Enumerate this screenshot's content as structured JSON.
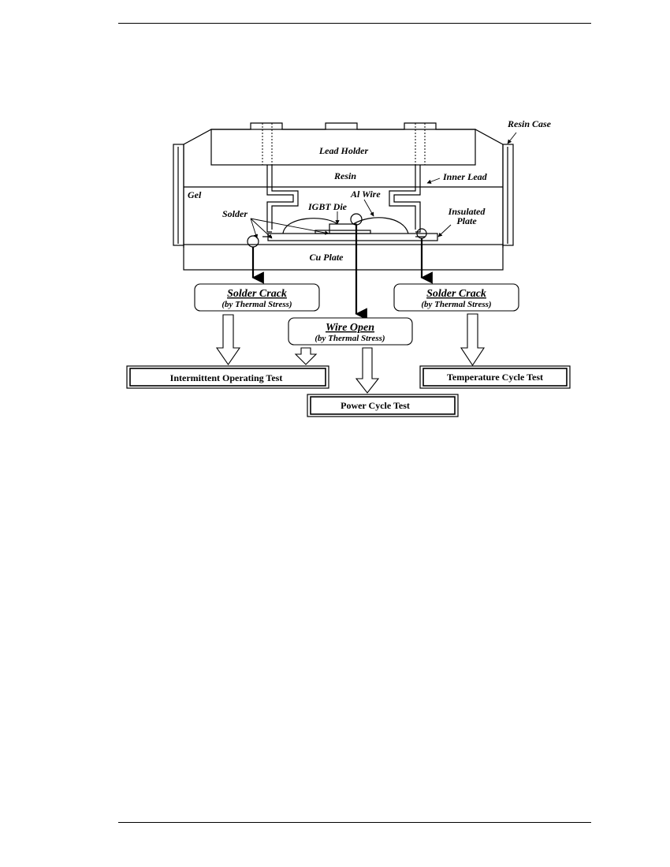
{
  "labels": {
    "resin_case": "Resin Case",
    "lead_holder": "Lead Holder",
    "resin": "Resin",
    "inner_lead": "Inner Lead",
    "gel": "Gel",
    "al_wire": "Al Wire",
    "igbt_die": "IGBT Die",
    "solder": "Solder",
    "insulated_1": "Insulated",
    "insulated_2": "Plate",
    "cu_plate": "Cu Plate"
  },
  "failure_modes": {
    "solder_crack_left": {
      "title": "Solder Crack",
      "cause": "(by Thermal Stress)"
    },
    "wire_open": {
      "title": "Wire Open",
      "cause": "(by Thermal Stress)"
    },
    "solder_crack_right": {
      "title": "Solder Crack",
      "cause": "(by Thermal Stress)"
    }
  },
  "tests": {
    "intermittent": "Intermittent Operating Test",
    "power_cycle": "Power Cycle Test",
    "temperature_cycle": "Temperature Cycle Test"
  }
}
